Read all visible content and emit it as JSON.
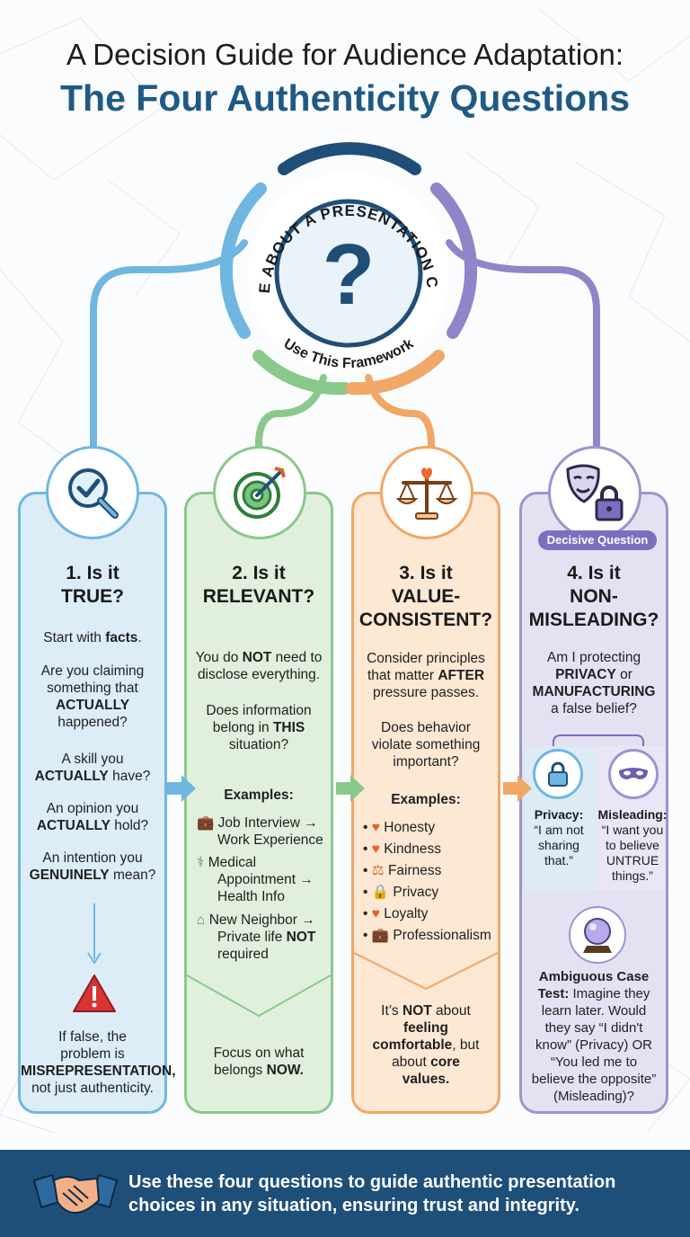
{
  "header": {
    "title_line1": "A Decision Guide for Audience Adaptation:",
    "title_line2": "The Four Authenticity Questions"
  },
  "hub": {
    "arc_text": "UNSURE ABOUT A PRESENTATION CHOICE?",
    "sub_text": "Use This Framework",
    "symbol": "?"
  },
  "colors": {
    "blue": "#6fb7e1",
    "green": "#8ac98c",
    "orange": "#f1a766",
    "purple": "#9c94d0",
    "navy": "#1f5a86",
    "footer": "#1d4f79"
  },
  "cards": [
    {
      "icon": "magnifier-check-icon",
      "title_lines": [
        "1. Is it",
        "TRUE?"
      ],
      "intro": "Start with facts.",
      "questions": [
        [
          "Are you claiming",
          "something that",
          "ACTUALLY",
          "happened?"
        ],
        [
          "A skill you",
          "ACTUALLY have?"
        ],
        [
          "An opinion you",
          "ACTUALLY hold?"
        ],
        [
          "An intention you",
          "GENUINELY mean?"
        ]
      ],
      "warning_icon": "warning-icon",
      "conclusion_lines": [
        "If false, the",
        "problem is",
        "MISREPRESENTATION,",
        "not just authenticity."
      ]
    },
    {
      "icon": "target-icon",
      "title_lines": [
        "2. Is it",
        "RELEVANT?"
      ],
      "intro_lines": [
        "You do NOT need to",
        "disclose everything."
      ],
      "question_lines": [
        "Does information",
        "belong in THIS",
        "situation?"
      ],
      "examples_label": "Examples:",
      "examples": [
        {
          "icon": "briefcase-icon",
          "lines": [
            "Job Interview →",
            "Work Experience"
          ]
        },
        {
          "icon": "stethoscope-icon",
          "lines": [
            "Medical",
            "Appointment →",
            "Health Info"
          ]
        },
        {
          "icon": "house-icon",
          "lines": [
            "New Neighbor →",
            "Private life NOT",
            "required"
          ]
        }
      ],
      "conclusion_lines": [
        "Focus on what",
        "belongs NOW."
      ]
    },
    {
      "icon": "scales-icon",
      "title_lines": [
        "3. Is it",
        "VALUE-",
        "CONSISTENT?"
      ],
      "intro_lines": [
        "Consider principles",
        "that matter AFTER",
        "pressure passes."
      ],
      "question_lines": [
        "Does behavior",
        "violate something",
        "important?"
      ],
      "examples_label": "Examples:",
      "examples": [
        {
          "icon": "hand-heart-icon",
          "label": "Honesty"
        },
        {
          "icon": "heart-icon",
          "label": "Kindness"
        },
        {
          "icon": "scales-icon",
          "label": "Fairness"
        },
        {
          "icon": "lock-icon",
          "label": "Privacy"
        },
        {
          "icon": "heart-icon",
          "label": "Loyalty"
        },
        {
          "icon": "briefcase-icon",
          "label": "Professionalism"
        }
      ],
      "conclusion_lines": [
        "It’s NOT about",
        "feeling",
        "comfortable, but",
        "about core",
        "values."
      ]
    },
    {
      "icon": "mask-lock-icon",
      "badge": "Decisive Question",
      "title_lines": [
        "4. Is it",
        "NON-",
        "MISLEADING?"
      ],
      "intro_lines": [
        "Am I protecting",
        "PRIVACY or",
        "MANUFACTURING",
        "a false belief?"
      ],
      "privacy": {
        "icon": "lock-icon",
        "label": "Privacy:",
        "lines": [
          "“I am not",
          "sharing",
          "that.”"
        ]
      },
      "misleading": {
        "icon": "mask-icon",
        "label": "Misleading:",
        "lines": [
          "“I want you",
          "to believe",
          "UNTRUE",
          "things.”"
        ]
      },
      "test_icon": "crystal-ball-icon",
      "test_lines": [
        "Ambiguous Case",
        "Test: Imagine they",
        "learn later. Would",
        "they say “I didn't",
        "know” (Privacy) OR",
        "“You led me to",
        "believe the opposite”",
        "(Misleading)?"
      ]
    }
  ],
  "footer": {
    "icon": "handshake-icon",
    "text_line1": "Use these four questions to guide authentic presentation",
    "text_line2": "choices in any situation, ensuring trust and integrity."
  }
}
